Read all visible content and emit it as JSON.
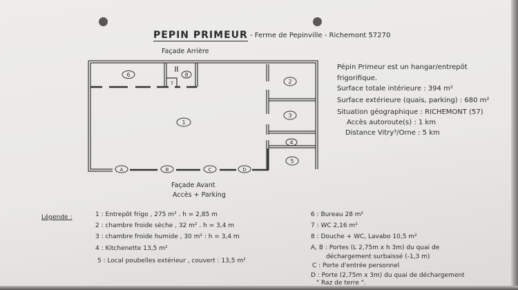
{
  "header": {
    "title": "PEPIN PRIMEUR",
    "subtitle": "- Ferme de Pepinville - Richemont 57270"
  },
  "plan": {
    "rear_facade": "Façade Arrière",
    "front_facade": "Façade Avant",
    "front_access": "Accès + Parking",
    "rooms": [
      "1",
      "2",
      "3",
      "4",
      "5",
      "6",
      "7",
      "8"
    ],
    "doors": [
      "A",
      "B",
      "C",
      "D"
    ]
  },
  "description": [
    "Pépin Primeur est un hangar/entrepôt",
    "frigorifique.",
    "Surface totale intérieure : 394 m²",
    "Surface extérieure (quais, parking) : 680 m²",
    "Situation géographique : RICHEMONT (57)",
    "Accès autoroute(s) : 1 km",
    "Distance Vitry³/Orne : 5 km"
  ],
  "legend": {
    "label": "Légende :",
    "left": [
      "1 : Entrepôt frigo , 275 m² . h = 2,85 m",
      "2 : chambre froide sèche , 32 m² . h = 3,4 m",
      "3 : chambre froide humide , 30 m² : h = 3,4 m",
      "4 : Kitchenette 13,5 m²",
      "5 : Local poubelles extérieur , couvert : 13,5 m²"
    ],
    "right": [
      "6 : Bureau 28 m²",
      "7 : WC 2,16 m²",
      "8 : Douche + WC, Lavabo 10,5 m²",
      "A, B : Portes (L 2,75m x h 3m) du quai de",
      "déchargement surbaissé (-1,3 m)",
      "C : Porte d'entrée personnel",
      "D : Porte (2,75m x 3m) du quai de déchargement",
      "\" Raz de terre \"."
    ]
  }
}
